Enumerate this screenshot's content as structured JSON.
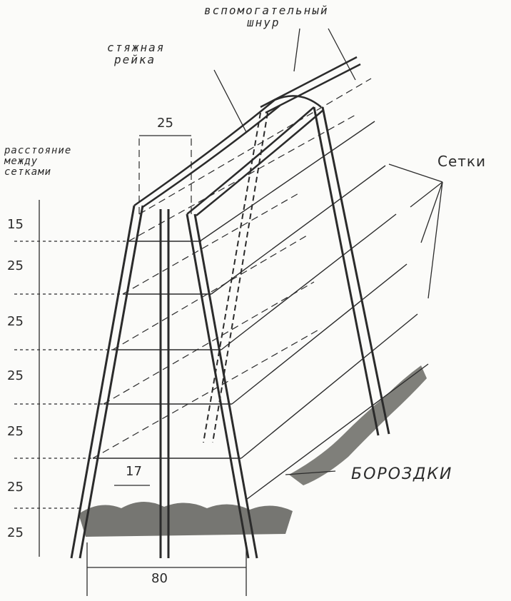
{
  "labels": {
    "aux_cord_line1": "вспомогательный",
    "aux_cord_line2": "шнур",
    "tie_rail_line1": "стяжная",
    "tie_rail_line2": "рейка",
    "distance_line1": "расстояние",
    "distance_line2": "между",
    "distance_line3": "сетками",
    "nets": "Сетки",
    "furrows": "БОРОЗДКИ"
  },
  "dimensions": {
    "top_spacing": "25",
    "vertical": [
      "15",
      "25",
      "25",
      "25",
      "25",
      "25",
      "25"
    ],
    "post_gap": "17",
    "base_width": "80"
  },
  "colors": {
    "ink": "#2b2b2b",
    "soil": "#4a4a44",
    "paper": "#fbfbf9"
  }
}
